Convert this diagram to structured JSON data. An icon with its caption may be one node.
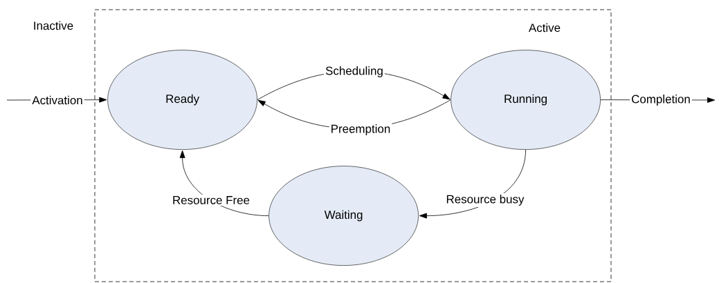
{
  "diagram": {
    "nodes": [
      {
        "text": [
          "Active"
        ]
      },
      {
        "text": [
          "Ready"
        ],
        "in": 0
      },
      {
        "text": [
          "Running"
        ],
        "in": 0
      },
      {
        "text": [
          "Waiting"
        ],
        "in": 0
      }
    ],
    "edges": [
      {
        "from": null,
        "to": 1,
        "arrow": "to",
        "label": "Activation"
      },
      {
        "from": 1,
        "to": 2,
        "arrow": "to",
        "label": "Scheduling"
      },
      {
        "from": 2,
        "to": 1,
        "arrow": "to",
        "label": "Preemption"
      },
      {
        "from": 2,
        "to": 3,
        "arrow": "to",
        "label": "Resource busy"
      },
      {
        "from": 3,
        "to": 1,
        "arrow": "to",
        "label": "Resource Free"
      },
      {
        "from": 2,
        "to": null,
        "arrow": "to",
        "label": "Completion"
      }
    ],
    "labels": [
      "Inactive"
    ]
  }
}
